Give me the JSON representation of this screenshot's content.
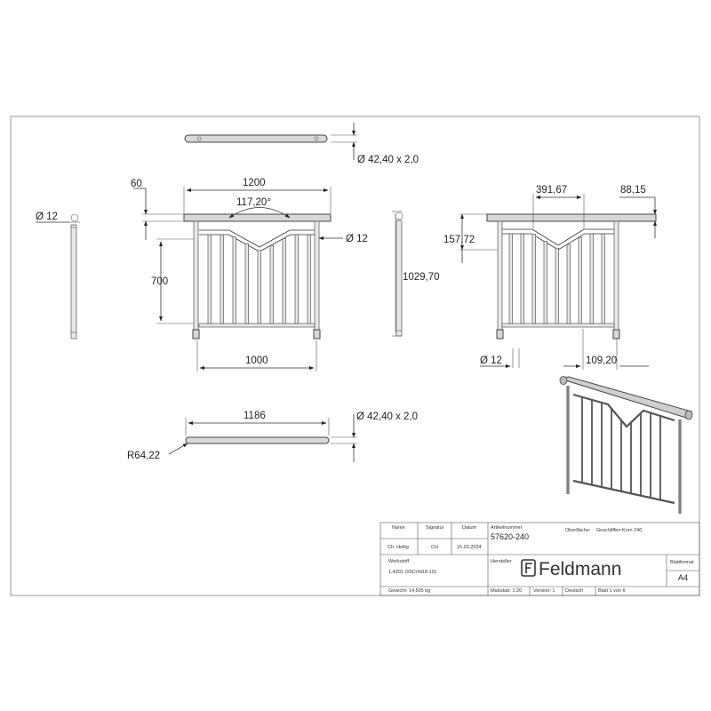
{
  "dimensions": {
    "tube_top": "Ø 42,40 x 2,0",
    "top_offset": "60",
    "width_1200": "1200",
    "angle": "117,20°",
    "dia_12_a": "Ø 12",
    "dia_12_b": "Ø 12",
    "dia_12_c": "Ø 12",
    "height_700": "700",
    "width_1000": "1000",
    "height_1029": "1029,70",
    "dim_391": "391,67",
    "dim_88": "88,15",
    "dim_157": "157,72",
    "dim_109": "109,20",
    "length_1186": "1186",
    "tube_bottom": "Ø 42,40 x 2,0",
    "radius": "R64,22"
  },
  "title_block": {
    "col_name": "Name",
    "col_signature": "Signatur",
    "col_date": "Datum",
    "row_name": "Ch. Hollig",
    "row_signature": "CH",
    "row_date": "15.03.2024",
    "article_label": "Artikelnummer",
    "article_number": "57620-240",
    "surface_label": "Oberfläche:",
    "surface_value": "Geschliffen Korn 240",
    "material_label": "Werkstoff",
    "material_value": "1.4301 (X5CrNi18-10)",
    "manufacturer_label": "Hersteller",
    "brand": "Feldmann",
    "sheet_format_label": "Blattformat",
    "sheet_format": "A4",
    "weight": "Gewicht: 14,505 kg",
    "scale": "Maßstab: 1:20",
    "version": "Version: 1",
    "language": "Deutsch",
    "sheet": "Blatt 1 von 6"
  }
}
